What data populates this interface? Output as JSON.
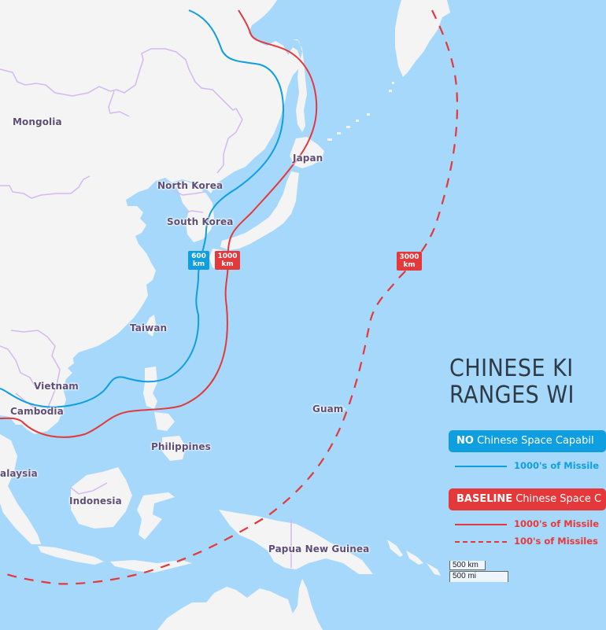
{
  "map": {
    "colors": {
      "ocean": "#a6d8fb",
      "land": "#f4f4f4",
      "borders": "#d4b8f3",
      "label_text": "#5e4d78",
      "range_600": "#0f9ee0",
      "range_1000": "#e5383b",
      "range_3000": "#e5383b",
      "title_text": "#2e3b45"
    },
    "country_labels": [
      {
        "id": "mongolia",
        "text": "Mongolia"
      },
      {
        "id": "north-korea",
        "text": "North Korea"
      },
      {
        "id": "south-korea",
        "text": "South Korea"
      },
      {
        "id": "japan",
        "text": "Japan"
      },
      {
        "id": "taiwan",
        "text": "Taiwan"
      },
      {
        "id": "vietnam",
        "text": "Vietnam"
      },
      {
        "id": "cambodia",
        "text": "Cambodia"
      },
      {
        "id": "philippines",
        "text": "Philippines"
      },
      {
        "id": "malaysia",
        "text": "alaysia"
      },
      {
        "id": "indonesia",
        "text": "Indonesia"
      },
      {
        "id": "guam",
        "text": "Guam"
      },
      {
        "id": "papua-new-guinea",
        "text": "Papua New Guinea"
      }
    ],
    "range_tags": [
      {
        "id": "600",
        "value": "600",
        "unit": "km",
        "style": "solid",
        "color": "#0f9ee0"
      },
      {
        "id": "1000",
        "value": "1000",
        "unit": "km",
        "style": "solid",
        "color": "#e5383b"
      },
      {
        "id": "3000",
        "value": "3000",
        "unit": "km",
        "style": "dashed",
        "color": "#e5383b"
      }
    ]
  },
  "title": {
    "line1": "CHINESE KI",
    "line2": "RANGES WI"
  },
  "legend": {
    "no_capability": {
      "bold": "NO",
      "text": " Chinese Space Capabil",
      "items": [
        {
          "line": "solid",
          "label": "1000's of Missile"
        }
      ]
    },
    "baseline": {
      "bold": "BASELINE",
      "text": " Chinese Space C",
      "items": [
        {
          "line": "solid",
          "label": "1000's of Missile"
        },
        {
          "line": "dashed",
          "label": "100's of Missiles"
        }
      ]
    }
  },
  "scale_bar": {
    "km": "500 km",
    "mi": "500 mi"
  }
}
